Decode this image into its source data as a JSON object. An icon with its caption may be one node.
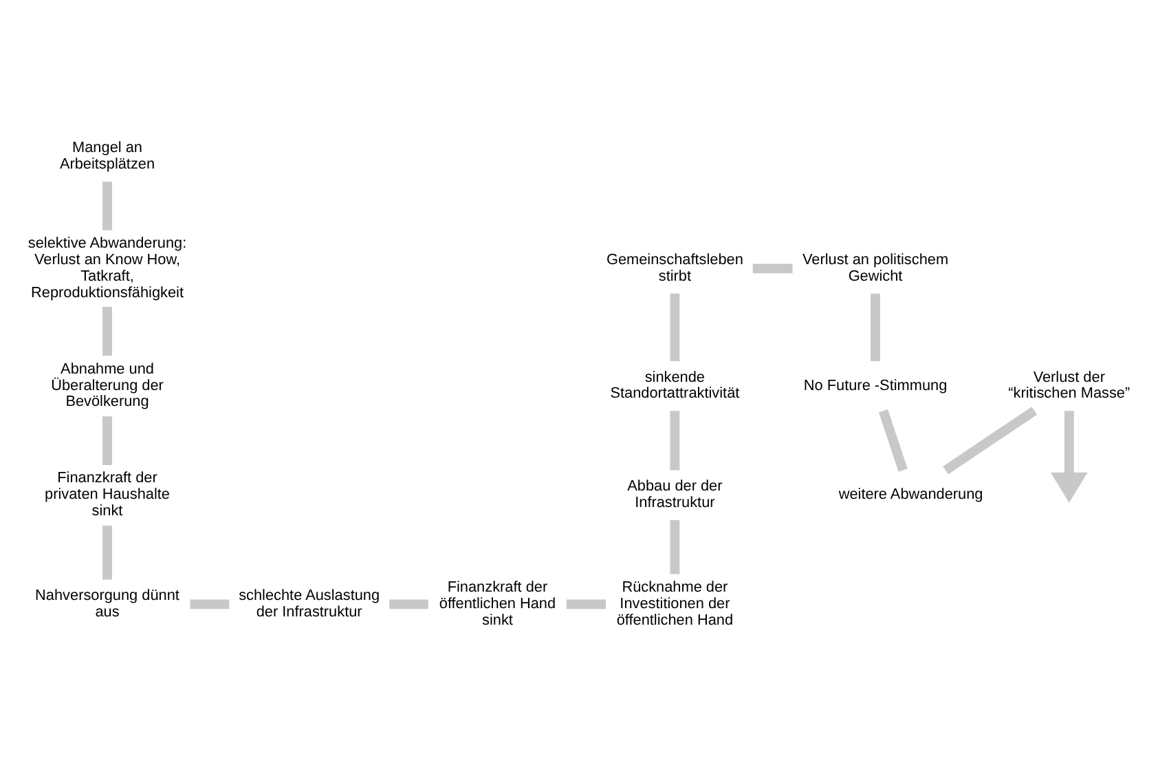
{
  "diagram": {
    "nodes": [
      {
        "text": [
          "Mangel an Arbeitsplätzen"
        ]
      },
      {
        "text": [
          "selektive Abwanderung: Verlust an Know How, Tatkraft, Reproduktionsfähigkeit"
        ]
      },
      {
        "text": [
          "Abnahme und Überalterung der Bevölkerung"
        ]
      },
      {
        "text": [
          "Finanzkraft der privaten Haushalte sinkt"
        ]
      },
      {
        "text": [
          "Nahversorgung dünnt aus"
        ]
      },
      {
        "text": [
          "schlechte Auslastung der Infrastruktur"
        ]
      },
      {
        "text": [
          "Finanzkraft der öffentlichen Hand sinkt"
        ]
      },
      {
        "text": [
          "Rücknahme der Investitionen der öffentlichen Hand"
        ]
      },
      {
        "text": [
          "Abbau der der Infrastruktur"
        ]
      },
      {
        "text": [
          "sinkende Standortattraktivität"
        ]
      },
      {
        "text": [
          "Gemeinschaftsleben stirbt"
        ]
      },
      {
        "text": [
          "Verlust an politischem Gewicht"
        ]
      },
      {
        "text": [
          "No Future -Stimmung"
        ]
      },
      {
        "text": [
          "weitere Abwanderung"
        ]
      },
      {
        "text": [
          "Verlust der “kritischen Masse”"
        ]
      }
    ],
    "edges": [
      {
        "from": 0,
        "to": 1,
        "arrow": "none"
      },
      {
        "from": 1,
        "to": 2,
        "arrow": "none"
      },
      {
        "from": 2,
        "to": 3,
        "arrow": "none"
      },
      {
        "from": 3,
        "to": 4,
        "arrow": "none"
      },
      {
        "from": 4,
        "to": 5,
        "arrow": "none"
      },
      {
        "from": 5,
        "to": 6,
        "arrow": "none"
      },
      {
        "from": 6,
        "to": 7,
        "arrow": "none"
      },
      {
        "from": 7,
        "to": 8,
        "arrow": "none"
      },
      {
        "from": 8,
        "to": 9,
        "arrow": "none"
      },
      {
        "from": 9,
        "to": 10,
        "arrow": "none"
      },
      {
        "from": 10,
        "to": 11,
        "arrow": "none"
      },
      {
        "from": 11,
        "to": 12,
        "arrow": "none"
      },
      {
        "from": 12,
        "to": 13,
        "arrow": "none"
      },
      {
        "from": 13,
        "to": 14,
        "arrow": "none"
      },
      {
        "from": 14,
        "to": null,
        "arrow": "to"
      }
    ]
  }
}
